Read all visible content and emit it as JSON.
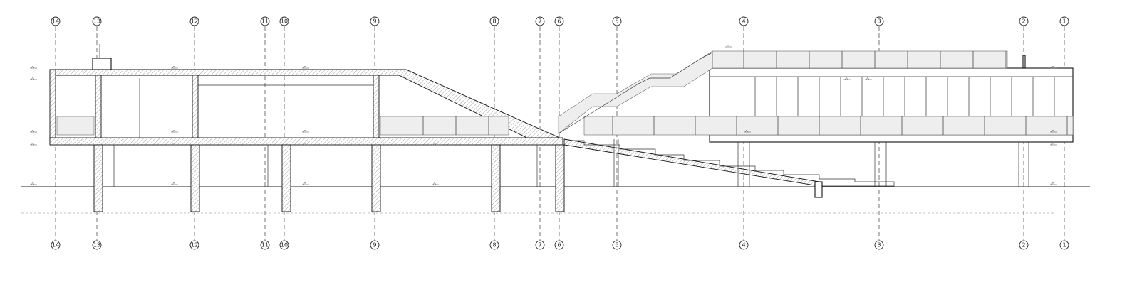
{
  "grid_axes": [
    {
      "label": "14"
    },
    {
      "label": "13"
    },
    {
      "label": "12"
    },
    {
      "label": "11"
    },
    {
      "label": "10"
    },
    {
      "label": "9"
    },
    {
      "label": "8"
    },
    {
      "label": "7"
    },
    {
      "label": "6"
    },
    {
      "label": "5"
    },
    {
      "label": "4"
    },
    {
      "label": "3"
    },
    {
      "label": "2"
    },
    {
      "label": "1"
    }
  ],
  "colors": {
    "line": "#111111",
    "hatch": "#888888",
    "screen": "#eeeeee"
  }
}
